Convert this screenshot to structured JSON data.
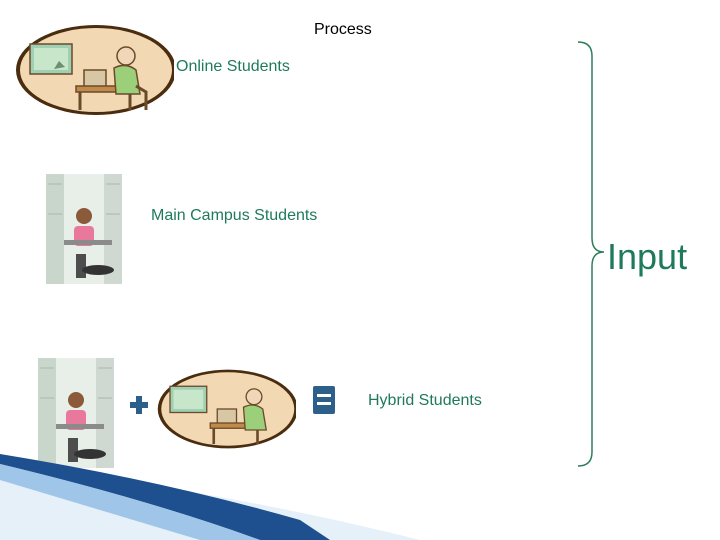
{
  "diagram": {
    "title": "Process",
    "online_label": "Online Students",
    "main_campus_label": "Main Campus Students",
    "hybrid_label": "Hybrid Students",
    "input_label": "Input"
  },
  "colors": {
    "label": "#1f7a5c",
    "accent_dark": "#1e4f8f",
    "swoosh_light": "#9fc5e8",
    "operator": "#2c5f8a"
  },
  "icons": {
    "operator_plus": "plus-icon",
    "operator_equals": "equals-icon"
  }
}
